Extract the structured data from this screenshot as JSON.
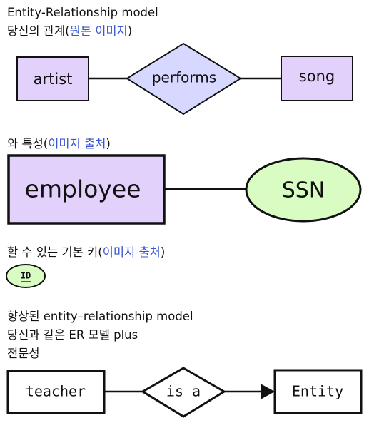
{
  "section1": {
    "line1": "Entity-Relationship model",
    "line2_prefix": "당신의 관계(",
    "line2_link": "원본 이미지",
    "line2_suffix": ")",
    "entity_left": "artist",
    "relationship": "performs",
    "entity_right": "song"
  },
  "section2": {
    "caption_prefix": "와 특성(",
    "caption_link": "이미지 출처",
    "caption_suffix": ")",
    "entity": "employee",
    "attribute": "SSN"
  },
  "section3": {
    "caption_prefix": "할 수 있는 기본 키(",
    "caption_link": "이미지 출처",
    "caption_suffix": ")",
    "key_attribute": "ID"
  },
  "section4": {
    "line1": "향상된 entity–relationship model",
    "line2": "당신과 같은 ER 모델 plus",
    "line3": "전문성",
    "entity_left": "teacher",
    "relationship": "is a",
    "entity_right": "Entity"
  },
  "colors": {
    "entity_fill": "#e2d1fb",
    "relationship_fill": "#d6d8ff",
    "attribute_fill": "#d8fcc2",
    "link": "#3a55d0"
  }
}
